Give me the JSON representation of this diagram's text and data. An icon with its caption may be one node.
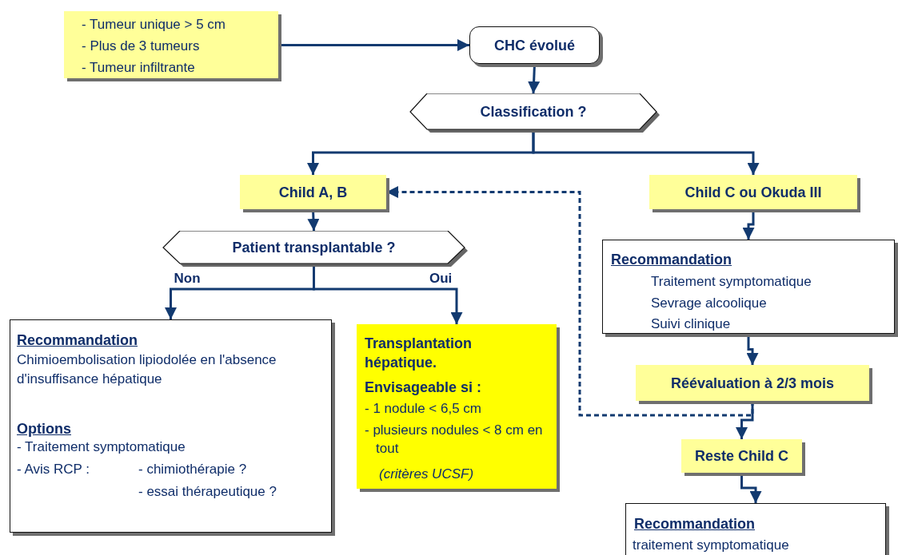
{
  "diagram": {
    "nodes": [
      {
        "text": [
          "- Tumeur unique > 5 cm",
          "- Plus de 3 tumeurs",
          "- Tumeur infiltrante"
        ]
      },
      {
        "text": [
          "CHC évolué"
        ]
      },
      {
        "text": [
          "Classification ?"
        ]
      },
      {
        "text": [
          "Child A, B"
        ]
      },
      {
        "text": [
          "Child C ou Okuda III"
        ]
      },
      {
        "text": [
          "Patient transplantable ?"
        ]
      },
      {
        "text": [
          "Recommandation",
          "Chimioembolisation lipiodolée en l'absence d'insuffisance hépatique",
          "Options",
          "- Traitement symptomatique",
          "- Avis RCP :",
          "- chimiothérapie ?",
          "- essai thérapeutique ?"
        ]
      },
      {
        "text": [
          "Transplantation hépatique.",
          "Envisageable si :",
          "- 1 nodule < 6,5 cm",
          "- plusieurs nodules < 8 cm en tout",
          "(critères UCSF)"
        ]
      },
      {
        "text": [
          "Recommandation",
          "Traitement symptomatique",
          "Sevrage alcoolique",
          "Suivi clinique"
        ]
      },
      {
        "text": [
          "Réévaluation à 2/3 mois"
        ]
      },
      {
        "text": [
          "Reste Child C"
        ]
      },
      {
        "text": [
          "Recommandation",
          "traitement symptomatique"
        ]
      }
    ],
    "edges": [
      {
        "from": 0,
        "to": 1,
        "arrow": "to"
      },
      {
        "from": 1,
        "to": 2,
        "arrow": "to"
      },
      {
        "from": 2,
        "to": 3,
        "arrow": "to"
      },
      {
        "from": 2,
        "to": 4,
        "arrow": "to"
      },
      {
        "from": 3,
        "to": 5,
        "arrow": "to"
      },
      {
        "from": 5,
        "to": 6,
        "arrow": "to",
        "label": "Non"
      },
      {
        "from": 5,
        "to": 7,
        "arrow": "to",
        "label": "Oui"
      },
      {
        "from": 4,
        "to": 8,
        "arrow": "to"
      },
      {
        "from": 8,
        "to": 9,
        "arrow": "to"
      },
      {
        "from": 9,
        "to": 10,
        "arrow": "to"
      },
      {
        "from": 10,
        "to": 11,
        "arrow": "to"
      },
      {
        "from": 9,
        "to": 3,
        "arrow": "to",
        "style": "dashed"
      }
    ]
  }
}
